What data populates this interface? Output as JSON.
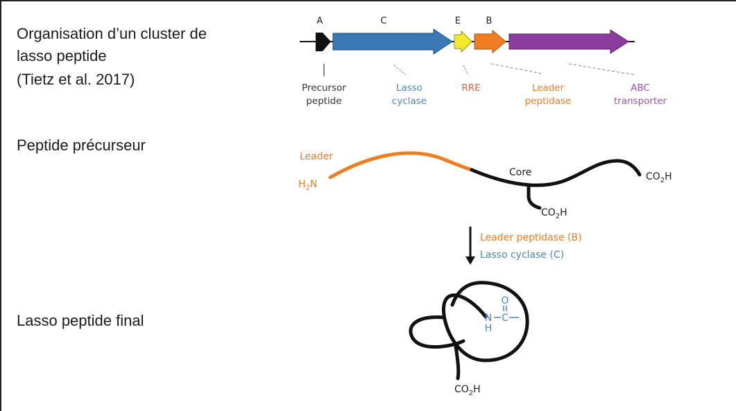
{
  "labels": {
    "cluster_line1": "Organisation d’un cluster de",
    "cluster_line2": "lasso peptide",
    "cluster_citation": "(Tietz et al. 2017)",
    "precursor": "Peptide précurseur",
    "final": "Lasso peptide final"
  },
  "genes": [
    {
      "letter": "A",
      "color": "#111111",
      "line1": "Precursor",
      "line2": "peptide",
      "text_color": "#333333"
    },
    {
      "letter": "C",
      "color": "#3a78b5",
      "line1": "Lasso",
      "line2": "cyclase",
      "text_color": "#4a86c5"
    },
    {
      "letter": "E",
      "color": "#f3ea2e",
      "line1": "RRE",
      "line2": "",
      "text_color": "#e0683a"
    },
    {
      "letter": "B",
      "color": "#ef7d22",
      "line1": "Leader",
      "line2": "peptidase",
      "text_color": "#ef7d22"
    },
    {
      "letter": "",
      "color": "#8b3c9c",
      "line1": "ABC",
      "line2": "transporter",
      "text_color": "#a050b0"
    }
  ],
  "precursor_peptide": {
    "leader_label": "Leader",
    "n_terminus_main": "H",
    "n_terminus_sub": "2",
    "n_terminus_end": "N",
    "core_label": "Core",
    "c_terminus_main": "CO",
    "c_terminus_sub": "2",
    "c_terminus_end": "H",
    "side_chain_main": "CO",
    "side_chain_sub": "2",
    "side_chain_end": "H",
    "leader_color": "#ef7d22"
  },
  "reaction": {
    "step1": "Leader peptidase (B)",
    "step1_color": "#ef7d22",
    "step2": "Lasso cyclase (C)",
    "step2_color": "#4a86c5"
  },
  "lasso": {
    "carbonyl_o": "O",
    "carbonyl_c": "C",
    "amide_n": "N",
    "amide_h": "H",
    "amide_color": "#4a86c5",
    "tail_main": "CO",
    "tail_sub": "2",
    "tail_end": "H"
  }
}
